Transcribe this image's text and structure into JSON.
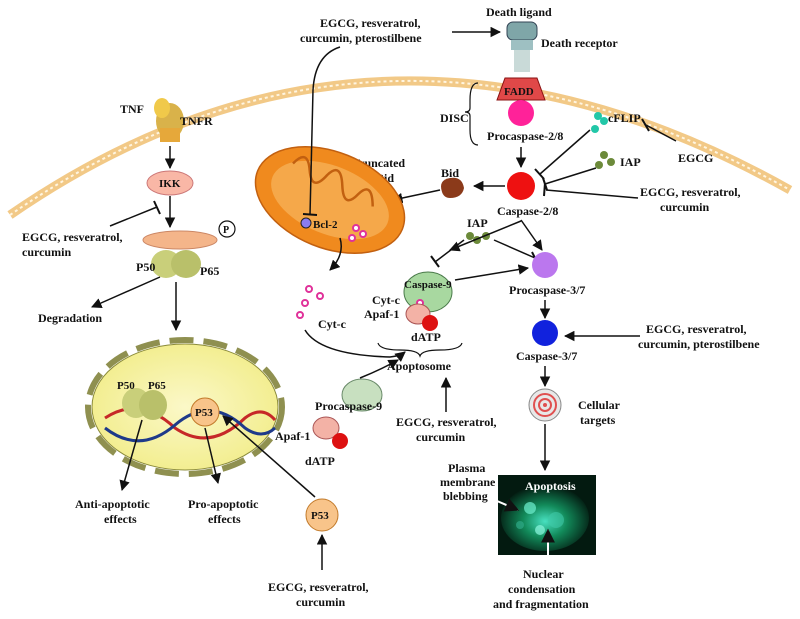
{
  "labels": {
    "death_ligand": "Death ligand",
    "death_receptor": "Death receptor",
    "egcg_top_1": "EGCG, resveratrol,",
    "egcg_top_2": "curcumin, pterostilbene",
    "fadd": "FADD",
    "disc": "DISC",
    "procaspase_28": "Procaspase-2/8",
    "cflip": "cFLIP",
    "egcg_only": "EGCG",
    "iap_right": "IAP",
    "egcg_mid_1": "EGCG, resveratrol,",
    "egcg_mid_2": "curcumin",
    "caspase_28": "Caspase-2/8",
    "bid": "Bid",
    "truncated_1": "Truncated",
    "truncated_2": "Bid",
    "bcl2": "Bcl-2",
    "iap_mid": "IAP",
    "caspase_9": "Caspase-9",
    "cytc_complex": "Cyt-c",
    "apaf1_complex": "Apaf-1",
    "datp_complex": "dATP",
    "apoptosome": "Apoptosome",
    "cytc_free": "Cyt-c",
    "procaspase_37": "Procaspase-3/7",
    "caspase_37": "Caspase-3/7",
    "egcg_right_1": "EGCG, resveratrol,",
    "egcg_right_2": "curcumin, pterostilbene",
    "cellular_1": "Cellular",
    "cellular_2": "targets",
    "procaspase_9": "Procaspase-9",
    "apaf1": "Apaf-1",
    "datp": "dATP",
    "egcg_apop_1": "EGCG, resveratrol,",
    "egcg_apop_2": "curcumin",
    "plasma_1": "Plasma",
    "plasma_2": "membrane",
    "plasma_3": "blebbing",
    "apoptosis": "Apoptosis",
    "nuclear_1": "Nuclear",
    "nuclear_2": "condensation",
    "nuclear_3": "and fragmentation",
    "tnf": "TNF",
    "tnfr": "TNFR",
    "ikk": "IKK",
    "p_circle": "P",
    "egcg_left_1": "EGCG, resveratrol,",
    "egcg_left_2": "curcumin",
    "p50_cyto": "P50",
    "p65_cyto": "P65",
    "degradation": "Degradation",
    "p50_nuc": "P50",
    "p65_nuc": "P65",
    "p53_nuc": "P53",
    "anti_1": "Anti-apoptotic",
    "anti_2": "effects",
    "pro_1": "Pro-apoptotic",
    "pro_2": "effects",
    "p53_free": "P53",
    "egcg_bottom_1": "EGCG, resveratrol,",
    "egcg_bottom_2": "curcumin"
  },
  "colors": {
    "membrane": "#f2c987",
    "mitochondrion": "#f08a1e",
    "ikk": "#f9b7a6",
    "nf_kb": "#c9cf7a",
    "nucleus": "#f7f3a8",
    "p53": "#f8c48a",
    "procaspase_28": "#ff2299",
    "caspase_28": "#ee1111",
    "procaspase_37": "#bb77ee",
    "caspase_37": "#1122dd",
    "caspase_9": "#a8d8a0",
    "apoptosis_bg": "#0a2a1a"
  }
}
